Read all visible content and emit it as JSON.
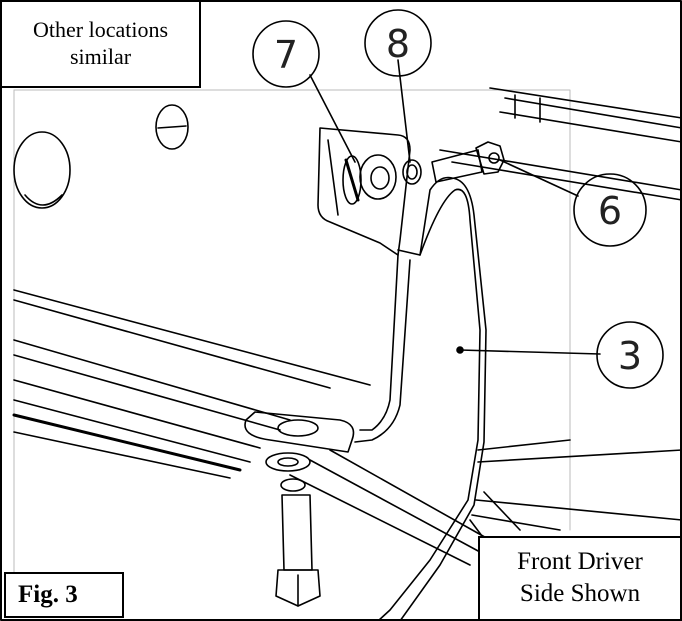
{
  "note": {
    "line1": "Other locations",
    "line2": "similar"
  },
  "figure_label": "Fig. 3",
  "view_caption": {
    "line1": "Front Driver",
    "line2": "Side Shown"
  },
  "callouts": [
    "7",
    "8",
    "6",
    "3"
  ],
  "colors": {
    "line": "#000000",
    "background": "#ffffff"
  }
}
